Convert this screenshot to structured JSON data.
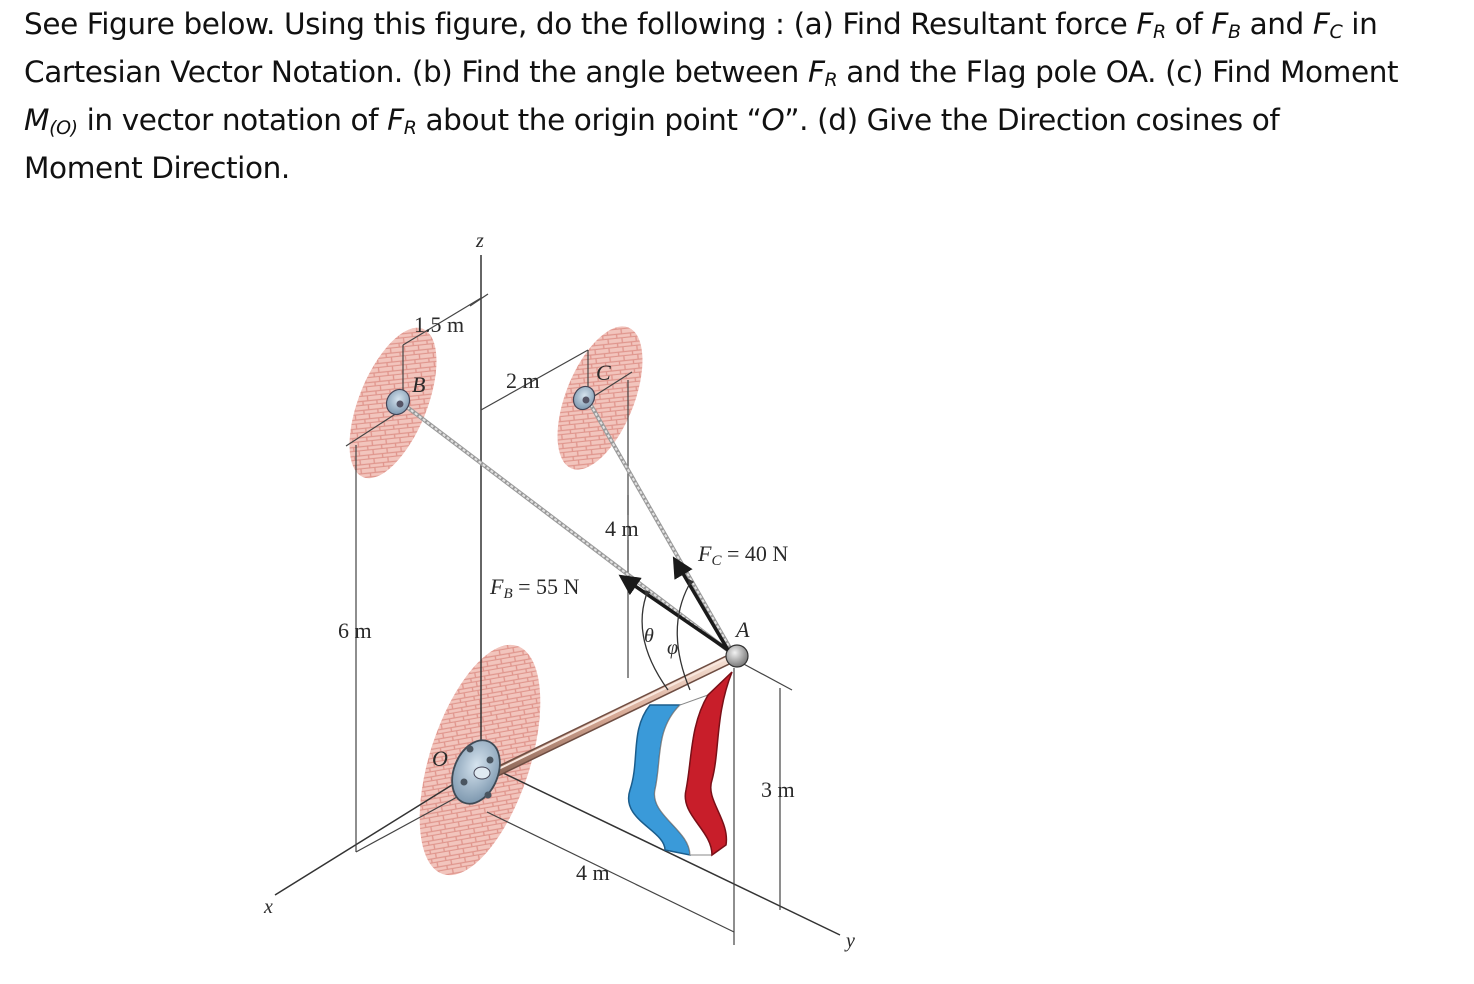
{
  "problem": {
    "intro": "See Figure below. Using this figure, do the following : ",
    "a_pre": "(a) Find Resultant force ",
    "F": "F",
    "R": "R",
    "of": " of ",
    "B": "B",
    "and": " and ",
    "C": "C",
    "in": " in",
    "line2a": "Cartesian Vector Notation. (b) Find the angle between ",
    "line2b": " and the Flag pole OA. (c) Find Moment",
    "M": "M",
    "Msub": "(O)",
    "line3a": " in vector notation of ",
    "line3b": " about the origin point “",
    "O": "O",
    "line3c": "”. (d) Give the Direction cosines of",
    "line4": "Moment Direction."
  },
  "figure": {
    "axis_z": "z",
    "axis_x": "x",
    "axis_y": "y",
    "dim_1_5": "1.5 m",
    "dim_2": "2 m",
    "dim_4_top": "4 m",
    "dim_6": "6 m",
    "dim_4_bottom": "4 m",
    "dim_3": "3 m",
    "point_B": "B",
    "point_C": "C",
    "point_A": "A",
    "point_O": "O",
    "force_B_sym": "F",
    "force_B_sub": "B",
    "force_B_val": " = 55 N",
    "force_C_sym": "F",
    "force_C_sub": "C",
    "force_C_val": " = 40 N",
    "theta": "θ",
    "phi": "φ",
    "colors": {
      "brick": "#e8a59c",
      "flag_red": "#c81e2a",
      "flag_blue": "#3a9ad9",
      "plate": "#9fb8cc",
      "pole": "#e9c9b8"
    }
  }
}
